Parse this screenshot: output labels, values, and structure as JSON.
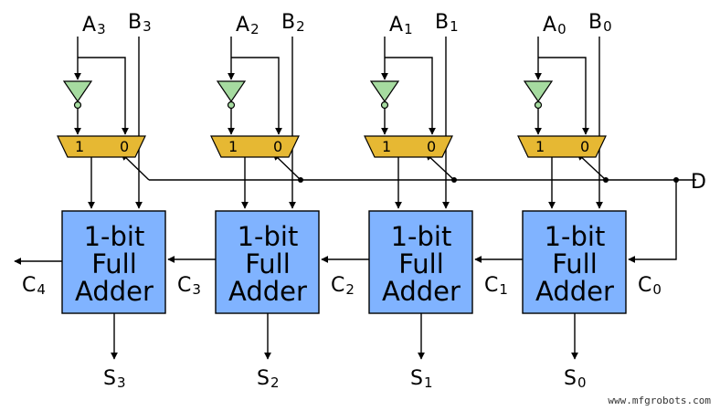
{
  "colors": {
    "adder_fill": "#80b3ff",
    "mux_fill": "#e6b833",
    "inverter_fill": "#a6dba0",
    "wire": "#000000"
  },
  "control_label": "D",
  "stages": [
    {
      "a_label": "A",
      "a_sub": "3",
      "b_label": "B",
      "b_sub": "3",
      "adder_lines": [
        "1-bit",
        "Full",
        "Adder"
      ],
      "mux_in1": "1",
      "mux_in0": "0",
      "carry_out_label": "C",
      "carry_out_sub": "4",
      "carry_in_label": "C",
      "carry_in_sub": "3",
      "sum_label": "S",
      "sum_sub": "3"
    },
    {
      "a_label": "A",
      "a_sub": "2",
      "b_label": "B",
      "b_sub": "2",
      "adder_lines": [
        "1-bit",
        "Full",
        "Adder"
      ],
      "mux_in1": "1",
      "mux_in0": "0",
      "carry_in_label": "C",
      "carry_in_sub": "2",
      "sum_label": "S",
      "sum_sub": "2"
    },
    {
      "a_label": "A",
      "a_sub": "1",
      "b_label": "B",
      "b_sub": "1",
      "adder_lines": [
        "1-bit",
        "Full",
        "Adder"
      ],
      "mux_in1": "1",
      "mux_in0": "0",
      "carry_in_label": "C",
      "carry_in_sub": "1",
      "sum_label": "S",
      "sum_sub": "1"
    },
    {
      "a_label": "A",
      "a_sub": "0",
      "b_label": "B",
      "b_sub": "0",
      "adder_lines": [
        "1-bit",
        "Full",
        "Adder"
      ],
      "mux_in1": "1",
      "mux_in0": "0",
      "carry_in_label": "C",
      "carry_in_sub": "0",
      "sum_label": "S",
      "sum_sub": "0"
    }
  ],
  "watermark": "www.mfgrobots.com"
}
